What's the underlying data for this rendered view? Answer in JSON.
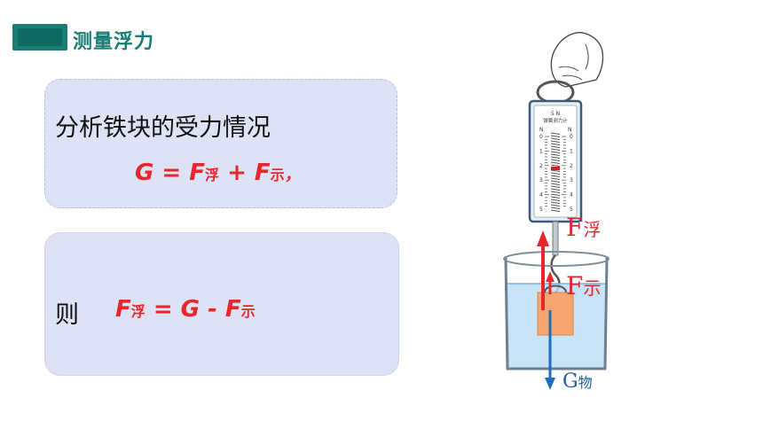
{
  "header": {
    "title": "测量浮力"
  },
  "card1": {
    "heading": "分析铁块的受力情况",
    "formula": {
      "g": "G",
      "eq": " = ",
      "f1": "F",
      "f1_sub": "浮",
      "plus": " + ",
      "f2": "F",
      "f2_sub": "示",
      "tail": "，"
    }
  },
  "card2": {
    "lead": "则",
    "formula": {
      "f1": "F",
      "f1_sub": "浮",
      "eq": " = ",
      "g": "G",
      "minus": " - ",
      "f2": "F",
      "f2_sub": "示"
    }
  },
  "diagram": {
    "scale_label_top": "5 N",
    "scale_label_name": "弹簧测力计",
    "scale_unit": "N",
    "ticks": [
      "0",
      "1",
      "2",
      "3",
      "4",
      "5"
    ],
    "force_buoyancy": {
      "main": "F",
      "sub": "浮"
    },
    "force_reading": {
      "main": "F",
      "sub": "示"
    },
    "force_gravity": {
      "main": "G",
      "sub": "物"
    },
    "colors": {
      "up_arrow": "#e8262b",
      "down_arrow": "#1f6fbf",
      "water": "#b9dcf3",
      "block": "#f5a66e"
    }
  }
}
